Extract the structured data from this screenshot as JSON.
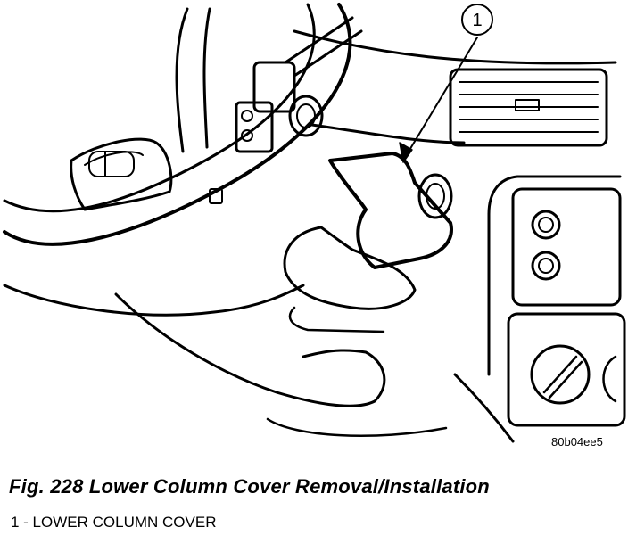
{
  "figure": {
    "callout_number": "1",
    "reference_code": "80b04ee5",
    "caption": "Fig. 228 Lower Column Cover Removal/Installation",
    "legend_items": [
      {
        "label": "1 - LOWER COLUMN COVER"
      }
    ]
  }
}
